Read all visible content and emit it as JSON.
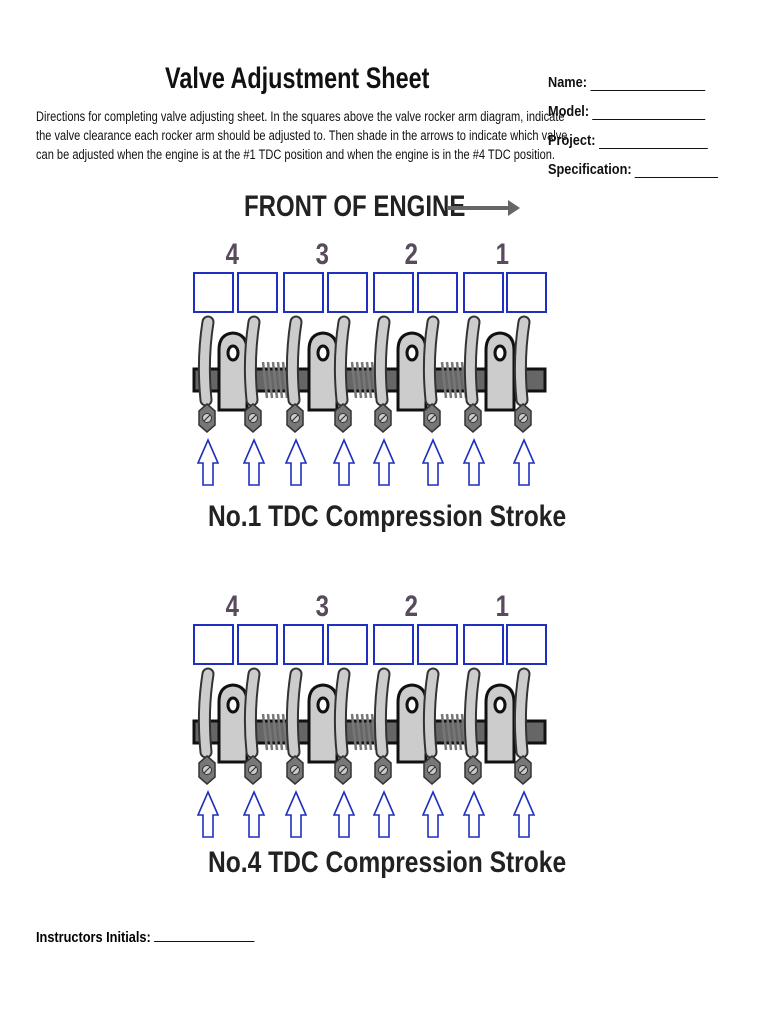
{
  "title": "Valve Adjustment Sheet",
  "directions": "Directions for completing valve adjusting sheet. In the squares above the valve rocker arm diagram, indicate the valve clearance each rocker arm should be adjusted to. Then shade in the arrows to indicate which valve can be adjusted when the engine is at the #1 TDC position and when the engine is in the #4 TDC position.",
  "fields": [
    {
      "label": "Name:"
    },
    {
      "label": "Model:"
    },
    {
      "label": "Project:"
    },
    {
      "label": "Specification:"
    }
  ],
  "front_label": "FRONT OF ENGINE",
  "diagrams": [
    {
      "cylinders": [
        "4",
        "3",
        "2",
        "1"
      ],
      "caption": "No.1 TDC Compression Stroke"
    },
    {
      "cylinders": [
        "4",
        "3",
        "2",
        "1"
      ],
      "caption": "No.4 TDC Compression Stroke"
    }
  ],
  "instructors_label": "Instructors Initials:",
  "colors": {
    "box": "#1f2fbf",
    "arrow": "#1f2fbf",
    "cylinder": "#5a4a5e"
  }
}
